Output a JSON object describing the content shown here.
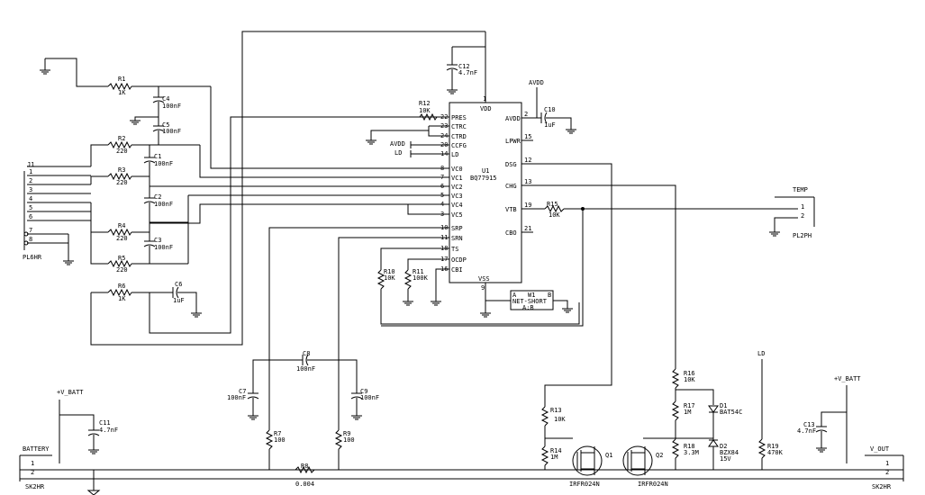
{
  "ic": {
    "ref": "U1",
    "part": "BQ77915",
    "left_pins": [
      {
        "num": "22",
        "name": "PRES"
      },
      {
        "num": "23",
        "name": "CTRC"
      },
      {
        "num": "24",
        "name": "CTRD"
      },
      {
        "num": "20",
        "name": "CCFG"
      },
      {
        "num": "14",
        "name": "LD"
      },
      {
        "num": "8",
        "name": "VC0"
      },
      {
        "num": "7",
        "name": "VC1"
      },
      {
        "num": "6",
        "name": "VC2"
      },
      {
        "num": "5",
        "name": "VC3"
      },
      {
        "num": "4",
        "name": "VC4"
      },
      {
        "num": "3",
        "name": "VC5"
      },
      {
        "num": "10",
        "name": "SRP"
      },
      {
        "num": "11",
        "name": "SRN"
      },
      {
        "num": "18",
        "name": "TS"
      },
      {
        "num": "17",
        "name": "OCDP"
      },
      {
        "num": "16",
        "name": "CBI"
      }
    ],
    "right_pins": [
      {
        "num": "2",
        "name": "AVDD"
      },
      {
        "num": "15",
        "name": "LPWR"
      },
      {
        "num": "12",
        "name": "DSG"
      },
      {
        "num": "13",
        "name": "CHG"
      },
      {
        "num": "19",
        "name": "VTB"
      },
      {
        "num": "21",
        "name": "CBO"
      }
    ],
    "top_pin": {
      "num": "1",
      "name": "VDD"
    },
    "bottom_pin": {
      "num": "9",
      "name": "VSS"
    }
  },
  "nets": {
    "avdd_top": "AVDD",
    "avdd_left": "AVDD",
    "ld_left": "LD",
    "ld_right": "LD",
    "vbatt_left": "+V_BATT",
    "vbatt_right": "+V_BATT"
  },
  "connectors": {
    "j1": {
      "ref": "J1",
      "part": "PL6HR",
      "pins": [
        "1",
        "2",
        "3",
        "4",
        "5",
        "6",
        "7",
        "8"
      ]
    },
    "temp": {
      "label": "TEMP",
      "part": "PL2PH",
      "pins": [
        "1",
        "2"
      ]
    },
    "battery": {
      "label": "BATTERY",
      "part": "SK2HR",
      "pins": [
        "1",
        "2"
      ]
    },
    "vout": {
      "label": "V_OUT",
      "part": "SK2HR",
      "pins": [
        "1",
        "2"
      ]
    }
  },
  "components": {
    "R1": {
      "ref": "R1",
      "value": "1K"
    },
    "R2": {
      "ref": "R2",
      "value": "220"
    },
    "R3": {
      "ref": "R3",
      "value": "220"
    },
    "R4": {
      "ref": "R4",
      "value": "220"
    },
    "R5": {
      "ref": "R5",
      "value": "220"
    },
    "R6": {
      "ref": "R6",
      "value": "1K"
    },
    "R7": {
      "ref": "R7",
      "value": "100"
    },
    "R8": {
      "ref": "R8",
      "value": "0.004"
    },
    "R9": {
      "ref": "R9",
      "value": "100"
    },
    "R10": {
      "ref": "R10",
      "value": "10K"
    },
    "R11": {
      "ref": "R11",
      "value": "100K"
    },
    "R12": {
      "ref": "R12",
      "value": "10K"
    },
    "R13": {
      "ref": "R13",
      "value": "10K"
    },
    "R14": {
      "ref": "R14",
      "value": "1M"
    },
    "R15": {
      "ref": "R15",
      "value": "10K"
    },
    "R16": {
      "ref": "R16",
      "value": "10K"
    },
    "R17": {
      "ref": "R17",
      "value": "1M"
    },
    "R18": {
      "ref": "R18",
      "value": "3.3M"
    },
    "R19": {
      "ref": "R19",
      "value": "470K"
    },
    "C1": {
      "ref": "C1",
      "value": "100nF"
    },
    "C2": {
      "ref": "C2",
      "value": "100nF"
    },
    "C3": {
      "ref": "C3",
      "value": "100nF"
    },
    "C4": {
      "ref": "C4",
      "value": "100nF"
    },
    "C5": {
      "ref": "C5",
      "value": "100nF"
    },
    "C6": {
      "ref": "C6",
      "value": "1uF"
    },
    "C7": {
      "ref": "C7",
      "value": "100nF"
    },
    "C8": {
      "ref": "C8",
      "value": "100nF"
    },
    "C9": {
      "ref": "C9",
      "value": "100nF"
    },
    "C10": {
      "ref": "C10",
      "value": "1uF"
    },
    "C11": {
      "ref": "C11",
      "value": "4.7nF"
    },
    "C12": {
      "ref": "C12",
      "value": "4.7nF"
    },
    "C13": {
      "ref": "C13",
      "value": "4.7nF"
    },
    "D1": {
      "ref": "D1",
      "value": "BAT54C"
    },
    "D2": {
      "ref": "D2",
      "value": "BZX84",
      "value2": "15V"
    },
    "Q1": {
      "ref": "Q1",
      "value": "IRFR024N"
    },
    "Q2": {
      "ref": "Q2",
      "value": "IRFR024N"
    },
    "W1": {
      "ref": "W1",
      "value": "NET-SHORT",
      "value2": "A:B",
      "pin_a": "A",
      "pin_b": "B"
    }
  }
}
